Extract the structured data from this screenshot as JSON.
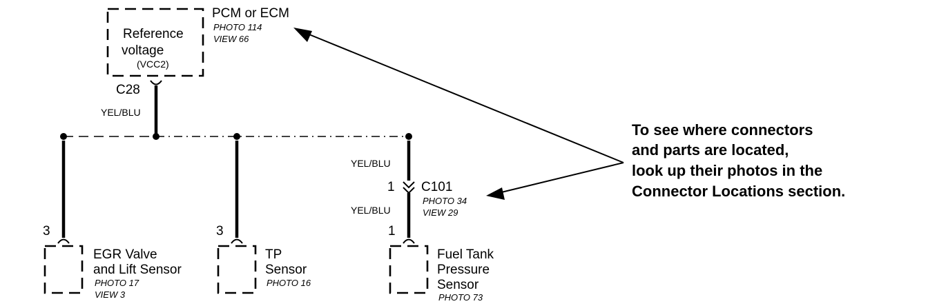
{
  "pcm": {
    "title": "PCM or ECM",
    "photo": "PHOTO 114",
    "view": "VIEW 66",
    "box_line1": "Reference",
    "box_line2": "voltage",
    "box_line3": "(VCC2)",
    "pin": "C28"
  },
  "wire_top": {
    "color": "YEL/BLU"
  },
  "egr": {
    "pin": "3",
    "name_line1": "EGR Valve",
    "name_line2": "and Lift Sensor",
    "photo": "PHOTO 17",
    "view": "VIEW 3"
  },
  "tp": {
    "pin": "3",
    "name_line1": "TP",
    "name_line2": "Sensor",
    "photo": "PHOTO 16"
  },
  "fuel": {
    "wire_upper": "YEL/BLU",
    "conn_pin": "1",
    "conn_name": "C101",
    "conn_photo": "PHOTO 34",
    "conn_view": "VIEW 29",
    "wire_lower": "YEL/BLU",
    "pin": "1",
    "name_line1": "Fuel Tank",
    "name_line2": "Pressure",
    "name_line3": "Sensor",
    "photo": "PHOTO 73"
  },
  "callout": {
    "line1": "To see where connectors",
    "line2": "and parts are located,",
    "line3": "look up their photos in the",
    "line4": "Connector Locations section."
  }
}
